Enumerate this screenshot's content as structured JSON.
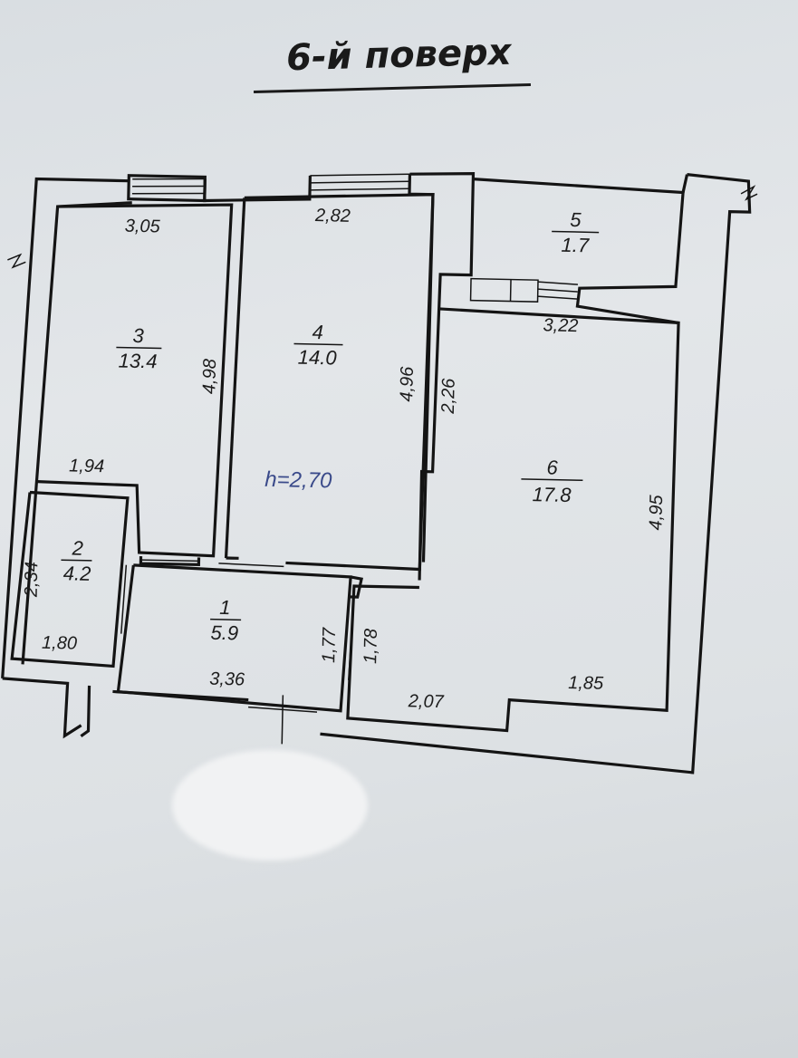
{
  "title": "6-й поверх",
  "ceiling_height": "h=2,70",
  "rooms": [
    {
      "number": "1",
      "area": "5.9"
    },
    {
      "number": "2",
      "area": "4.2"
    },
    {
      "number": "3",
      "area": "13.4"
    },
    {
      "number": "4",
      "area": "14.0"
    },
    {
      "number": "5",
      "area": "1.7"
    },
    {
      "number": "6",
      "area": "17.8"
    }
  ],
  "dimensions": {
    "room3_top": "3,05",
    "room3_side": "4,98",
    "room3_bottom": "1,94",
    "room4_top": "2,82",
    "room4_side": "4,96",
    "room6_top": "3,22",
    "room6_left": "2,26",
    "room6_right": "4,95",
    "room6_bottom_left": "2,07",
    "room6_bottom_right": "1,85",
    "room6_lower_left": "1,78",
    "room2_side": "2,34",
    "room2_bottom": "1,80",
    "room1_side": "1,77",
    "room1_bottom": "3,36"
  }
}
